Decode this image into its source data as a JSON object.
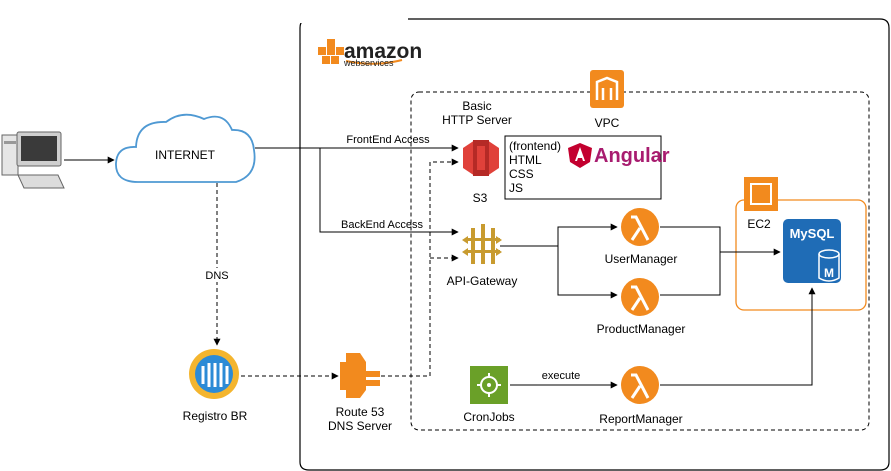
{
  "aws_logo": {
    "wordmark": "amazon",
    "sub": "webservices"
  },
  "nodes": {
    "internet": "INTERNET",
    "registro": "Registro BR",
    "route53": [
      "Route 53",
      "DNS Server"
    ],
    "s3_title": [
      "Basic",
      "HTTP Server"
    ],
    "s3": "S3",
    "s3_contents": [
      "(frontend)",
      "HTML",
      "CSS",
      "JS"
    ],
    "angular": "Angular",
    "vpc": "VPC",
    "apigw": "API-Gateway",
    "user_manager": "UserManager",
    "product_manager": "ProductManager",
    "report_manager": "ReportManager",
    "cronjobs": "CronJobs",
    "ec2": "EC2",
    "mysql": "MySQL",
    "mysql_m": "M"
  },
  "edges": {
    "frontend": "FrontEnd Access",
    "backend": "BackEnd Access",
    "dns": "DNS",
    "execute": "execute"
  },
  "colors": {
    "s3": "#E0413A",
    "lambda": "#F28A1E",
    "route53": "#F28A1E",
    "apigw": "#C89B2F",
    "cron": "#6AA028",
    "ec2_border": "#F28A1E",
    "mysql": "#1F6CB6",
    "angular": "#C3002F"
  },
  "icons": [
    "computer-icon",
    "cloud-icon",
    "registro-br-icon",
    "route53-icon",
    "s3-icon",
    "vpc-icon",
    "angular-icon",
    "api-gateway-icon",
    "lambda-icon",
    "ec2-icon",
    "mysql-icon",
    "cronjobs-icon"
  ]
}
